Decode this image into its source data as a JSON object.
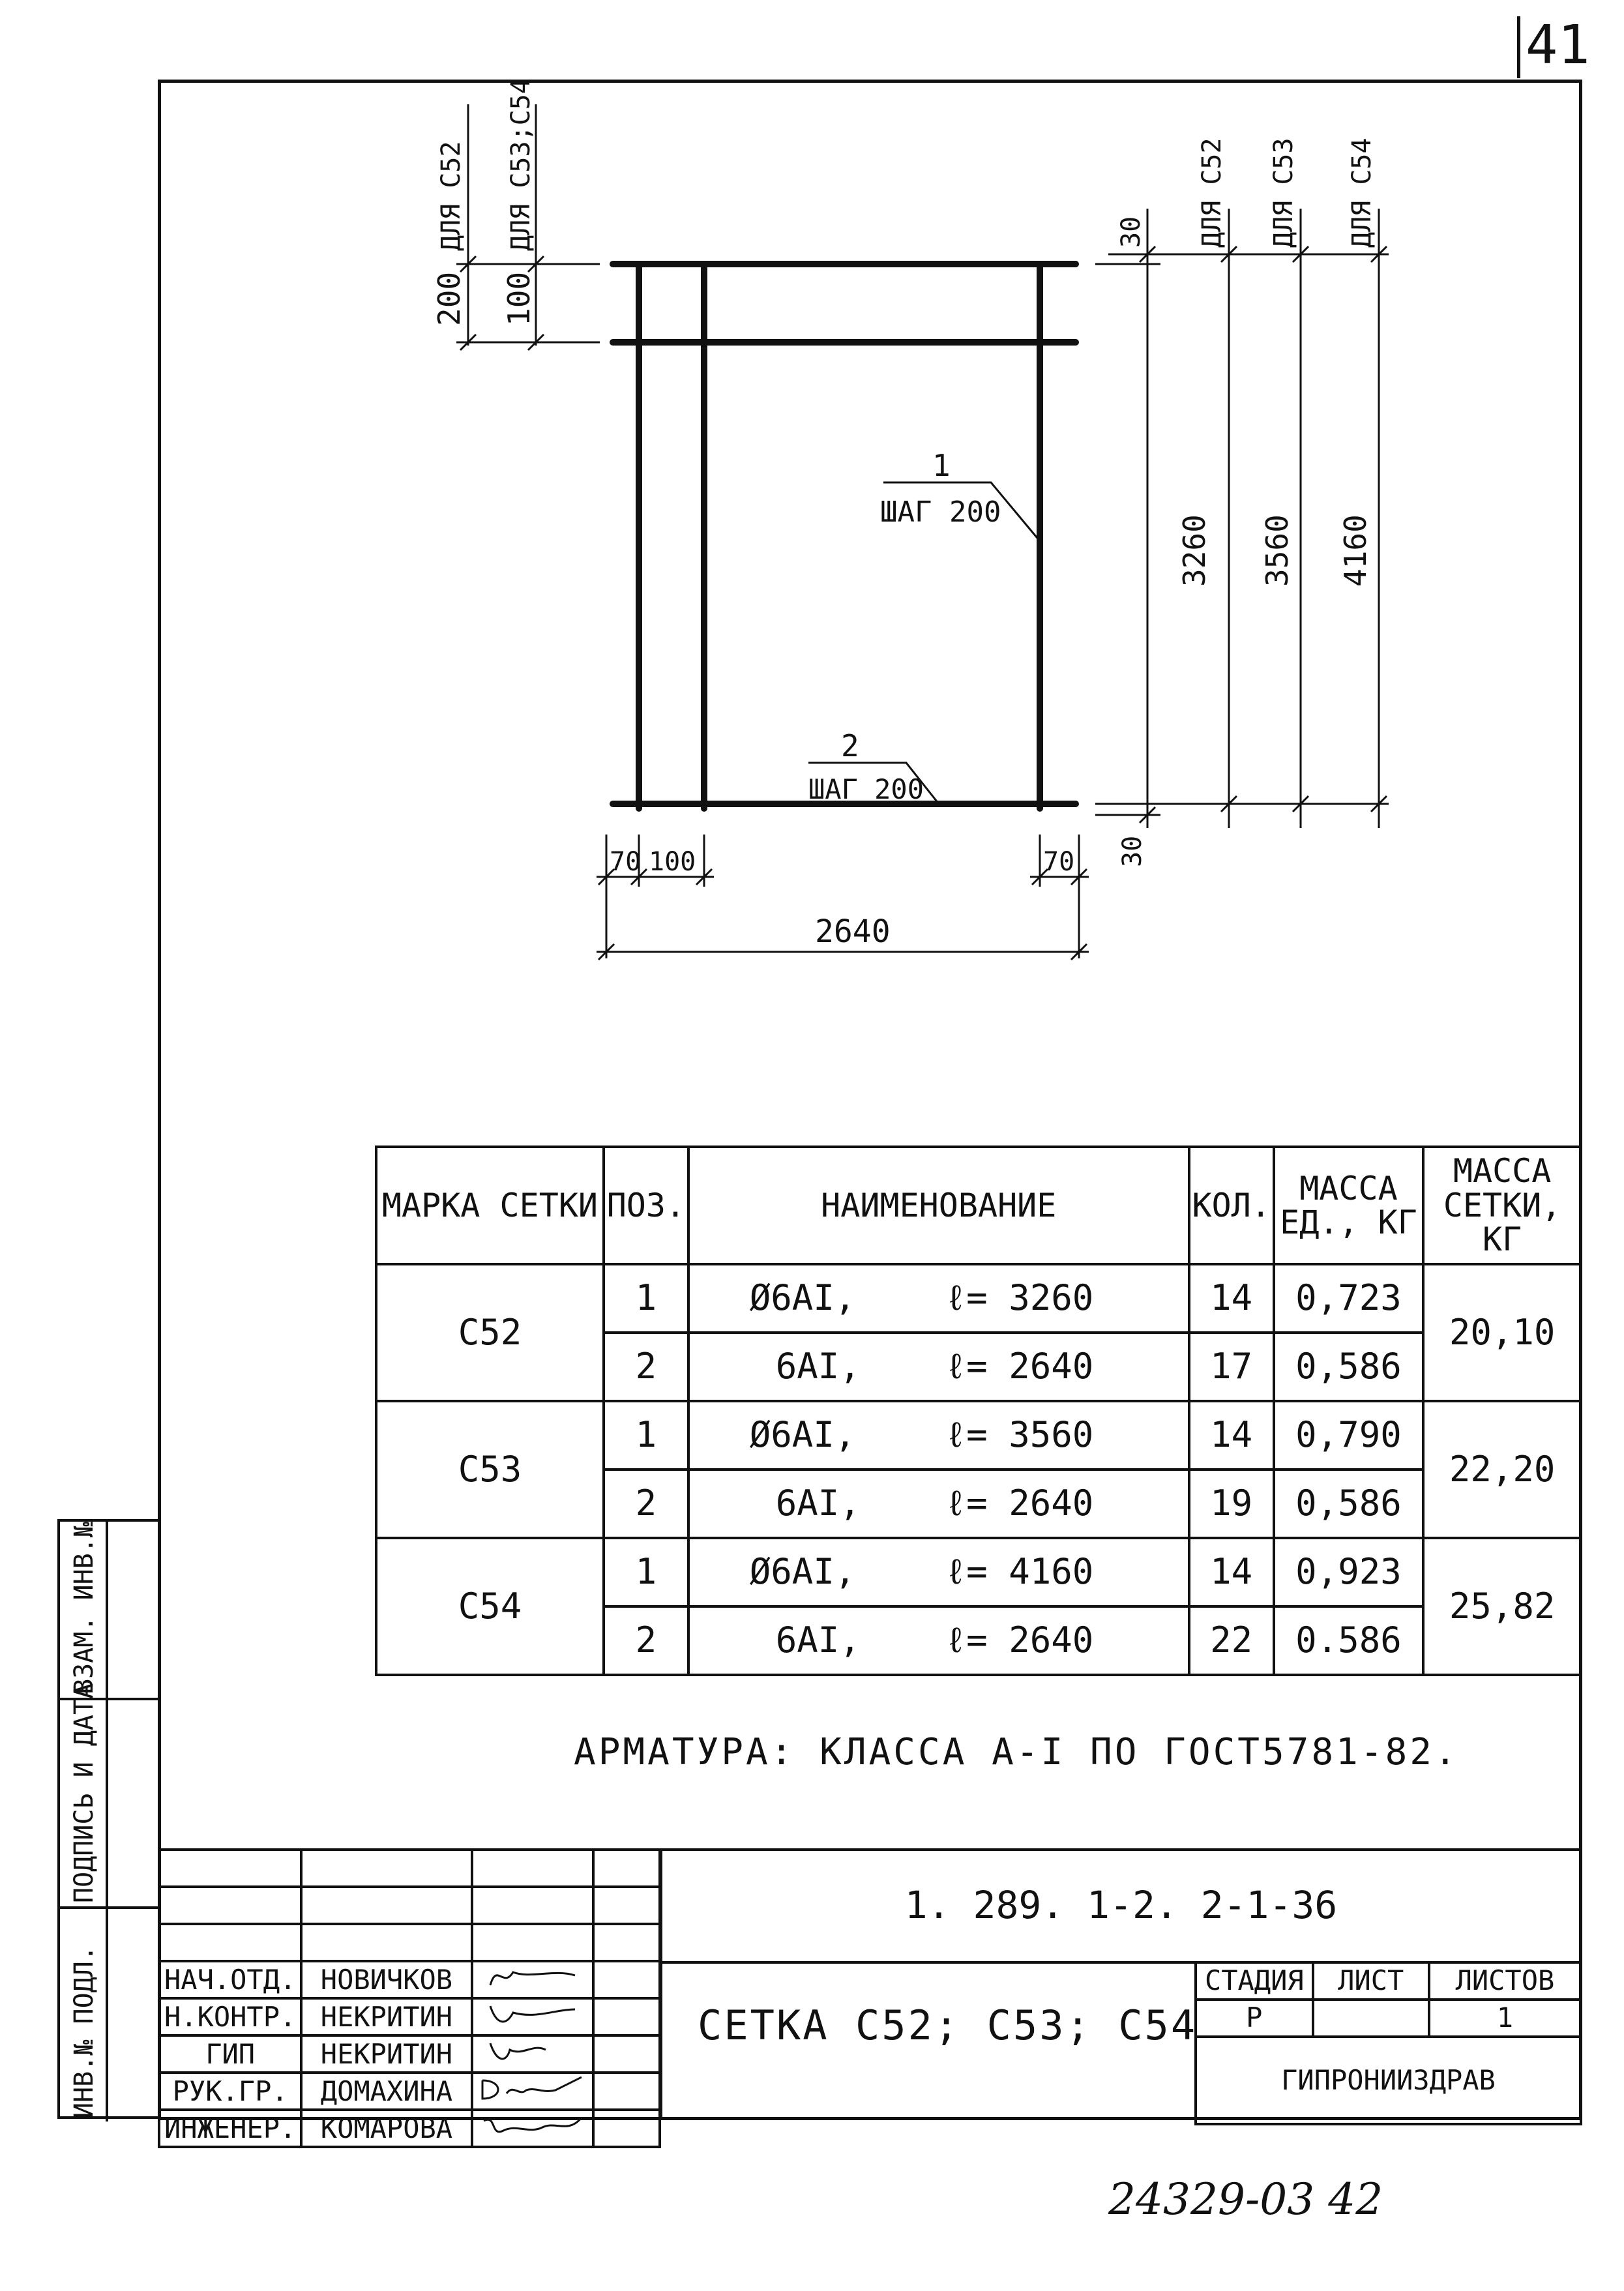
{
  "sheet_number": "41",
  "drawing": {
    "dim_top_left_a": "200",
    "dim_top_left_b": "100",
    "label_c52": "ДЛЯ С52",
    "label_c53_c54": "ДЛЯ С53;С54",
    "dim_top_right": "30",
    "vlabel_c52": "ДЛЯ С52",
    "vlabel_c53": "ДЛЯ С53",
    "vlabel_c54": "ДЛЯ С54",
    "dim_3260": "3260",
    "dim_3560": "3560",
    "dim_4160": "4160",
    "pos1_num": "1",
    "pos1_step": "ШАГ 200",
    "pos2_num": "2",
    "pos2_step": "ШАГ 200",
    "dim_70_left": "70",
    "dim_100": "100",
    "dim_70_right": "70",
    "dim_30_bottom": "30",
    "dim_2640": "2640"
  },
  "table": {
    "headers": [
      "МАРКА СЕТКИ",
      "ПОЗ.",
      "НАИМЕНОВАНИЕ",
      "КОЛ.",
      "МАССА ЕД., КГ",
      "МАССА СЕТКИ, КГ"
    ],
    "groups": [
      {
        "mark": "С52",
        "mass_total": "20,10",
        "rows": [
          {
            "pos": "1",
            "name": "Ø6AI,",
            "length": "ℓ= 3260",
            "qty": "14",
            "mass": "0,723"
          },
          {
            "pos": "2",
            "name": "6AI,",
            "length": "ℓ= 2640",
            "qty": "17",
            "mass": "0,586"
          }
        ]
      },
      {
        "mark": "С53",
        "mass_total": "22,20",
        "rows": [
          {
            "pos": "1",
            "name": "Ø6AI,",
            "length": "ℓ= 3560",
            "qty": "14",
            "mass": "0,790"
          },
          {
            "pos": "2",
            "name": "6AI,",
            "length": "ℓ= 2640",
            "qty": "19",
            "mass": "0,586"
          }
        ]
      },
      {
        "mark": "С54",
        "mass_total": "25,82",
        "rows": [
          {
            "pos": "1",
            "name": "Ø6AI,",
            "length": "ℓ= 4160",
            "qty": "14",
            "mass": "0,923"
          },
          {
            "pos": "2",
            "name": "6AI,",
            "length": "ℓ= 2640",
            "qty": "22",
            "mass": "0.586"
          }
        ]
      }
    ]
  },
  "note": "АРМАТУРА: КЛАССА А-I ПО ГОСТ5781-82.",
  "stamp": {
    "code": "1. 289. 1-2. 2-1-36",
    "title": "СЕТКА С52; С53; С54",
    "stage_header": "СТАДИЯ",
    "sheet_header": "ЛИСТ",
    "sheets_header": "ЛИСТОВ",
    "stage": "Р",
    "sheet": "",
    "sheets": "1",
    "org": "ГИПРОНИИЗДРАВ",
    "people": [
      {
        "role": "НАЧ.ОТД.",
        "name": "НОВИЧКОВ"
      },
      {
        "role": "Н.КОНТР.",
        "name": "НЕКРИТИН"
      },
      {
        "role": "ГИП",
        "name": "НЕКРИТИН"
      },
      {
        "role": "РУК.ГР.",
        "name": "ДОМАХИНА"
      },
      {
        "role": "ИНЖЕНЕР.",
        "name": "КОМАРОВА"
      }
    ]
  },
  "side": {
    "inv_podl": "ИНВ.№ ПОДЛ.",
    "podpis": "ПОДПИСЬ И ДАТА",
    "vzam": "ВЗАМ. ИНВ.№"
  },
  "archive_number": "24329-03 42"
}
